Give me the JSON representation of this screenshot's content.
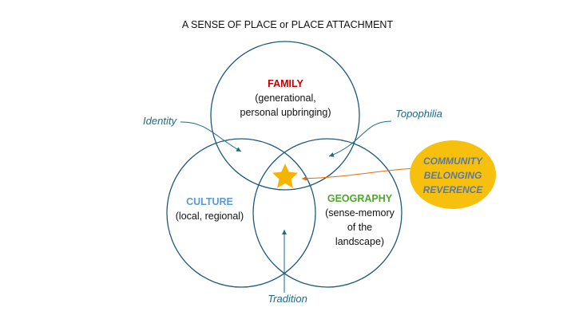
{
  "title": "A SENSE OF PLACE or PLACE ATTACHMENT",
  "circles": {
    "family": {
      "heading": "FAMILY",
      "lines": [
        "(generational,",
        "personal upbringing)"
      ],
      "color": "#c00000"
    },
    "culture": {
      "heading": "CULTURE",
      "lines": [
        "(local, regional)"
      ],
      "color": "#5b9bd5"
    },
    "geography": {
      "heading": "GEOGRAPHY",
      "lines": [
        "(sense-memory",
        "of the",
        "landscape)"
      ],
      "color": "#4ea72e"
    }
  },
  "annotations": {
    "identity": "Identity",
    "topophilia": "Topophilia",
    "tradition": "Tradition"
  },
  "callout": {
    "lines": [
      "COMMUNITY",
      "BELONGING",
      "REVERENCE"
    ],
    "fill": "#f7c00e",
    "text_color": "#5a7aa0"
  },
  "colors": {
    "circle_stroke": "#1e5a7a",
    "annotation": "#1b6a8a",
    "arrow_orange": "#e46c0a",
    "star": "#f5b400"
  },
  "icons": {
    "center": "star-icon"
  }
}
